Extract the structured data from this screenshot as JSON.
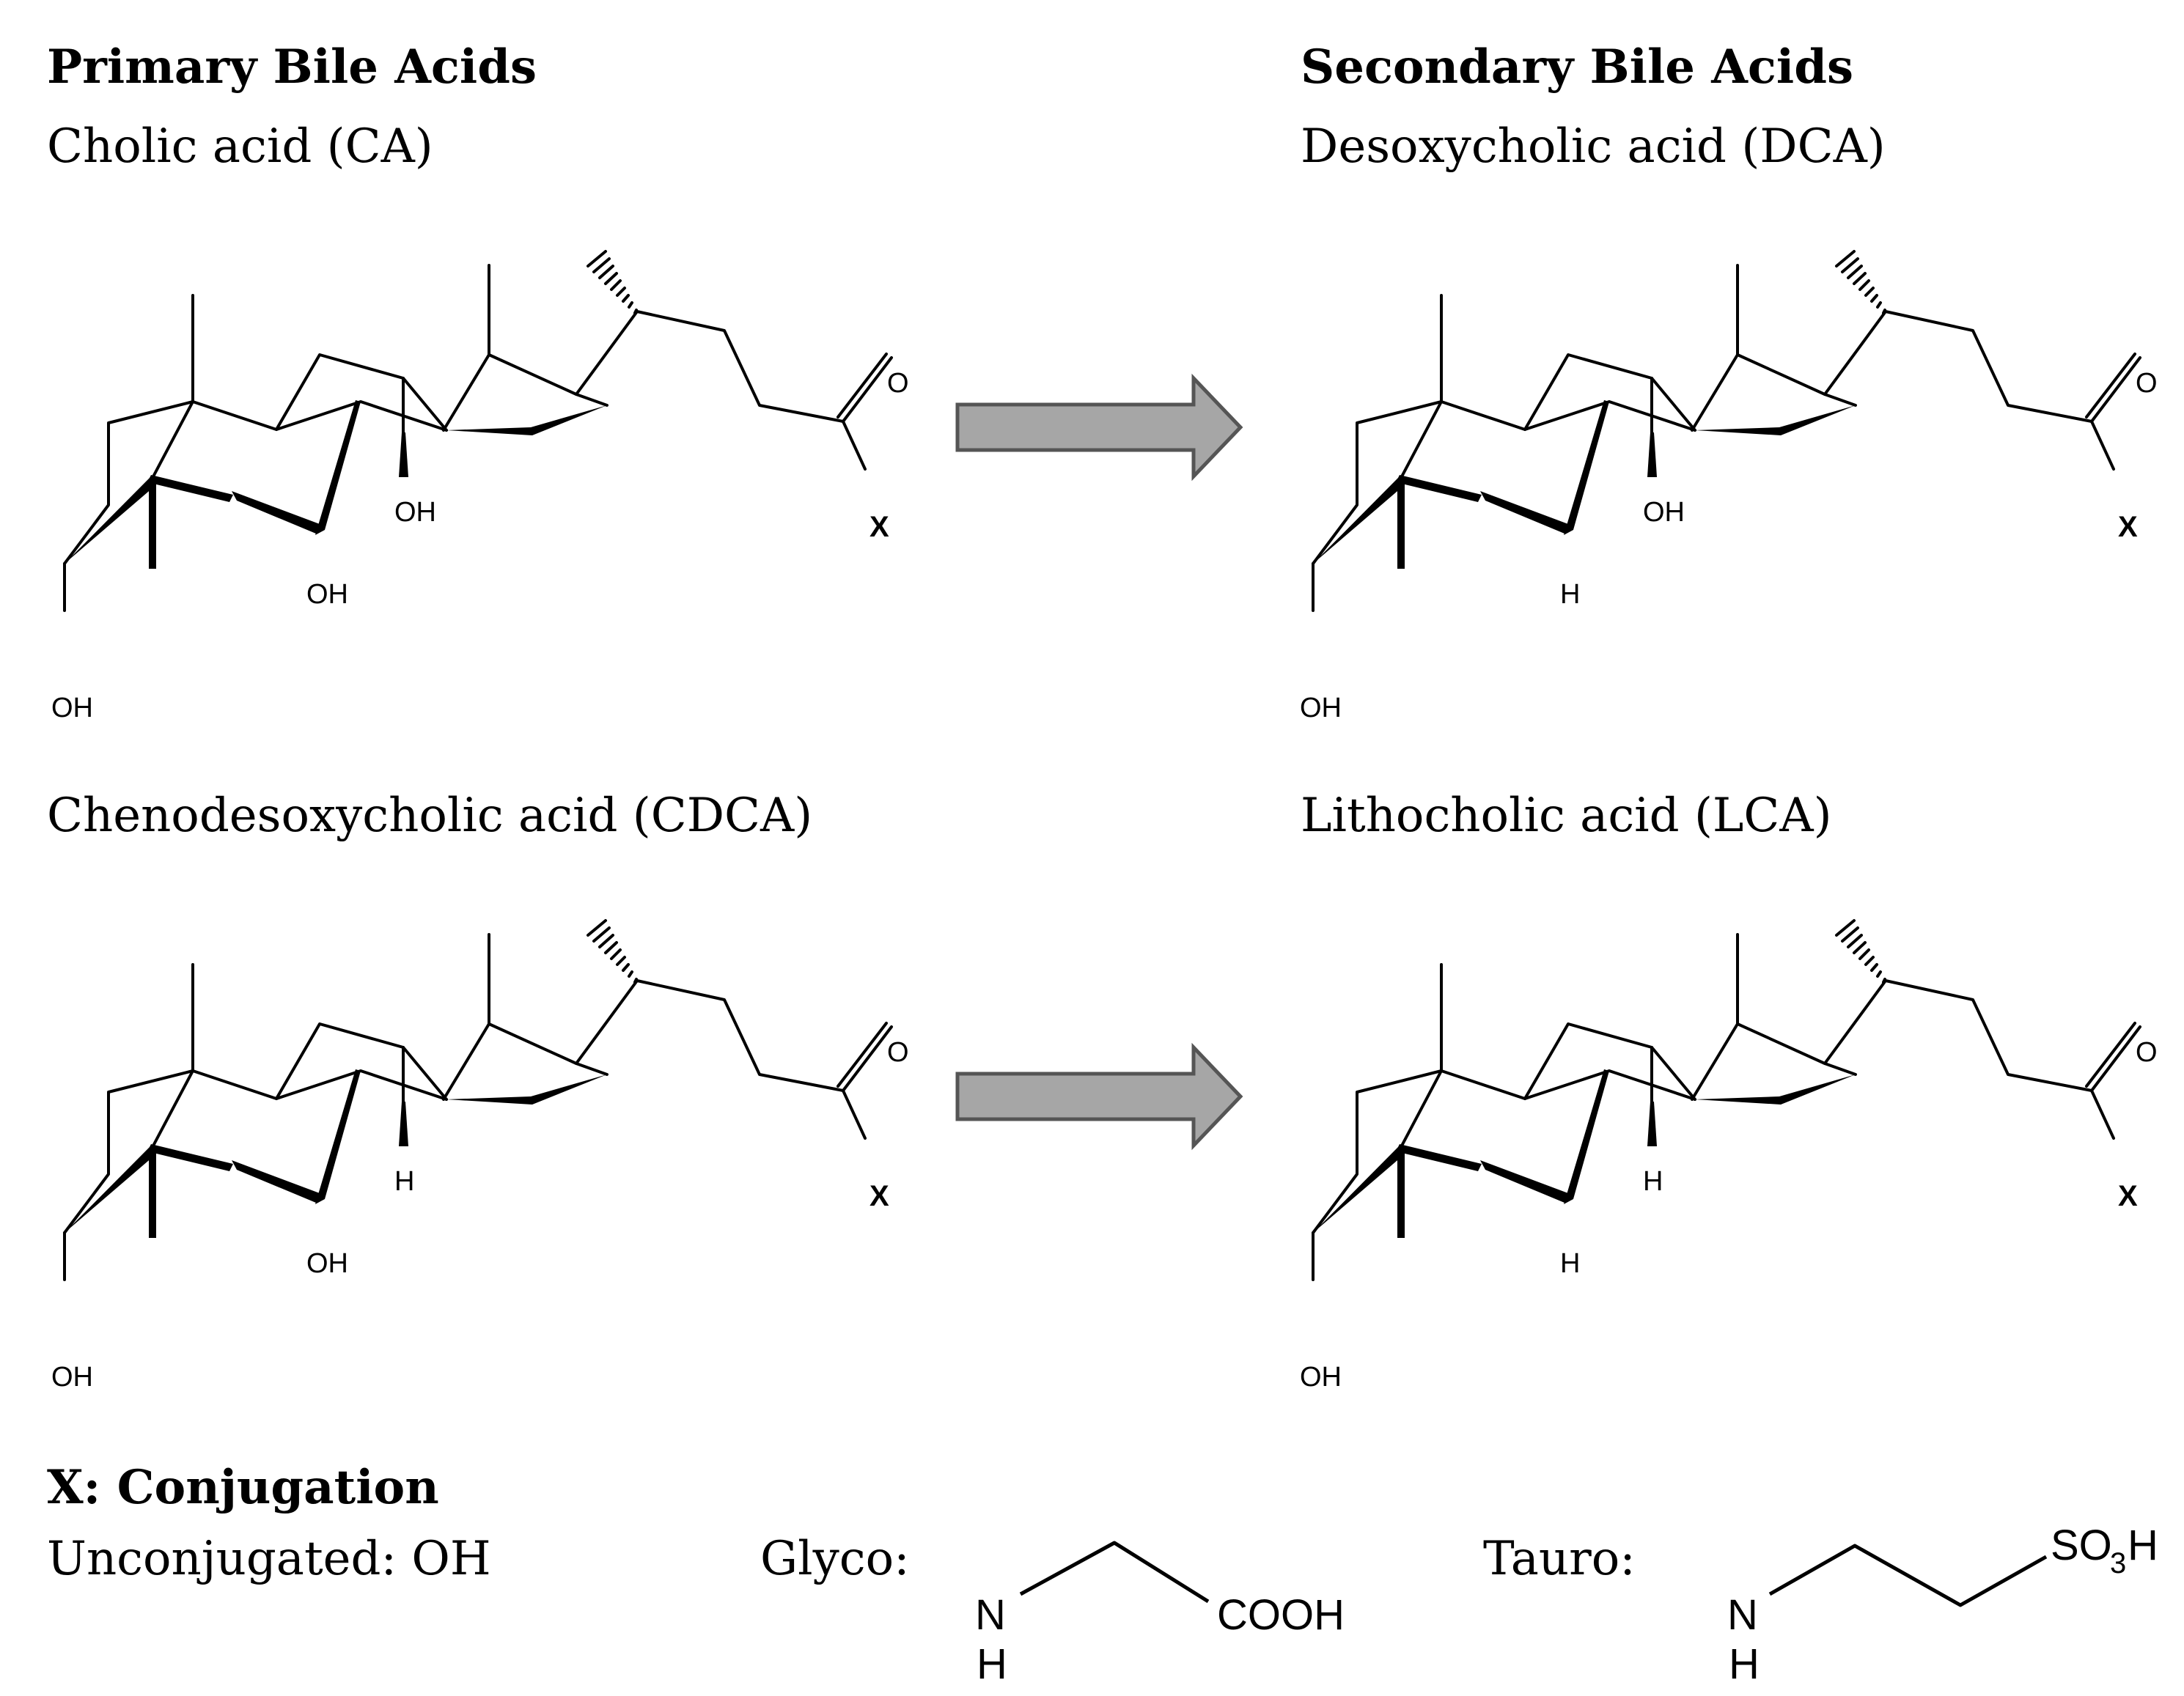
{
  "headings": {
    "primary": "Primary Bile Acids",
    "secondary": "Secondary Bile Acids"
  },
  "molecules": [
    {
      "id": "ca",
      "name": "Cholic acid (CA)",
      "r7": "OH",
      "r8": "OH",
      "r3": "OH",
      "x": "X",
      "o": "O"
    },
    {
      "id": "dca",
      "name": "Desoxycholic acid (DCA)",
      "r7": "H",
      "r8": "OH",
      "r3": "OH",
      "x": "X",
      "o": "O"
    },
    {
      "id": "cdca",
      "name": "Chenodesoxycholic acid (CDCA)",
      "r7": "OH",
      "r8": "H",
      "r3": "OH",
      "x": "X",
      "o": "O"
    },
    {
      "id": "lca",
      "name": "Lithocholic acid (LCA)",
      "r7": "H",
      "r8": "H",
      "r3": "OH",
      "x": "X",
      "o": "O"
    }
  ],
  "conjugation": {
    "title": "X: Conjugation",
    "unconjugated": "Unconjugated: OH",
    "glyco": {
      "label": "Glyco:",
      "n": "N",
      "h": "H",
      "group": "COOH"
    },
    "tauro": {
      "label": "Tauro:",
      "n": "N",
      "h": "H",
      "so": "SO",
      "three": "3",
      "h_end": "H"
    }
  },
  "colors": {
    "arrow_fill": "#a6a6a6",
    "arrow_stroke": "#555555",
    "ink": "#000000"
  }
}
